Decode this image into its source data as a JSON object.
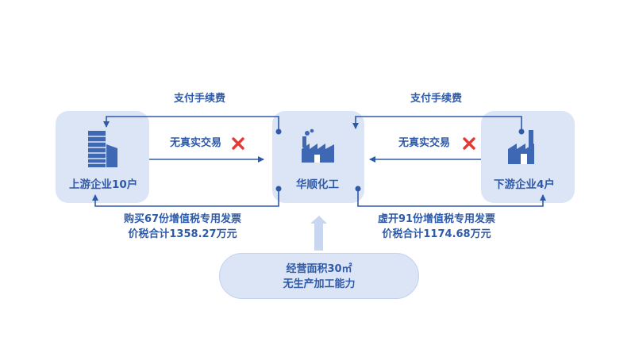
{
  "fee_left": "支付手续费",
  "fee_right": "支付手续费",
  "no_real_left": "无真实交易",
  "no_real_right": "无真实交易",
  "upstream": {
    "name": "上游企业10户",
    "icon": "office-building-icon"
  },
  "center": {
    "name": "华顺化工",
    "icon": "factory-icon"
  },
  "downstream": {
    "name": "下游企业4户",
    "icon": "factory-icon"
  },
  "purchase": {
    "line1": "购买67份增值税专用发票",
    "line2": "价税合计1358.27万元"
  },
  "issue": {
    "line1": "虚开91份增值税专用发票",
    "line2": "价税合计1174.68万元"
  },
  "bottom": {
    "line1": "经营面积30㎡",
    "line2": "无生产加工能力"
  },
  "colors": {
    "primary": "#2e5aa8",
    "node_bg": "#dce5f6",
    "cross": "#e53935",
    "up_arrow": "#c8d6ef"
  }
}
